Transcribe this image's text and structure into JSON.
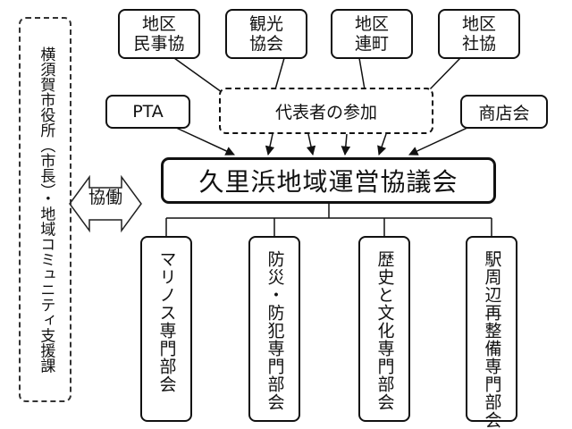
{
  "city": {
    "text": "横須賀市役所（市長）・地域コミュニティ支援課"
  },
  "collaboration": {
    "label": "協働"
  },
  "top_groups": [
    {
      "lines": [
        "地区",
        "民事協"
      ]
    },
    {
      "lines": [
        "観光",
        "協会"
      ]
    },
    {
      "lines": [
        "地区",
        "連町"
      ]
    },
    {
      "lines": [
        "地区",
        "社協"
      ]
    }
  ],
  "pta": {
    "label": "PTA"
  },
  "representatives": {
    "label": "代表者の参加"
  },
  "shopkeepers": {
    "label": "商店会"
  },
  "council": {
    "label": "久里浜地域運営協議会"
  },
  "committees": [
    {
      "label": "マリノス専門部会"
    },
    {
      "label": "防災・防犯専門部会"
    },
    {
      "label": "歴史と文化専門部会"
    },
    {
      "label": "駅周辺再整備専門部会"
    }
  ]
}
